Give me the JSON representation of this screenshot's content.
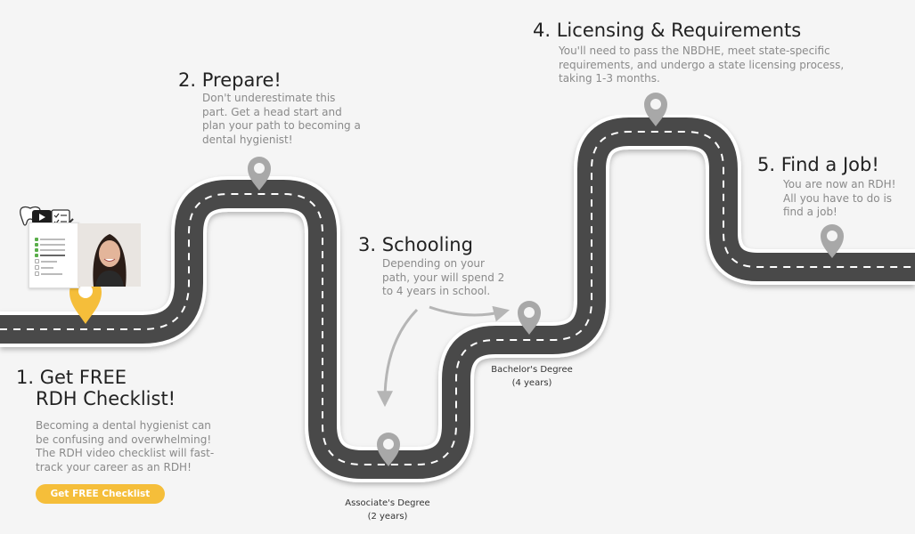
{
  "steps": [
    {
      "number": "1.",
      "title_line1": "Get FREE",
      "title_line2": "RDH Checklist!",
      "description": "Becoming a dental hygienist can be confusing and overwhelming! The RDH video checklist will fast-track your career as an RDH!"
    },
    {
      "number": "2.",
      "title": "Prepare!",
      "description": "Don't underestimate this part. Get a head start and plan your path to becoming a dental hygienist!"
    },
    {
      "number": "3.",
      "title": "Schooling",
      "description": "Depending on your path, your will spend 2 to 4 years in school."
    },
    {
      "number": "4.",
      "title": "Licensing & Requirements",
      "description": "You'll need to pass the NBDHE, meet state-specific requirements, and undergo a state licensing process, taking 1-3 months."
    },
    {
      "number": "5.",
      "title": "Find a Job!",
      "description": "You are now an RDH! All you have to do is find a job!"
    }
  ],
  "degrees": [
    {
      "name": "Associate's Degree",
      "duration": "(2 years)"
    },
    {
      "name": "Bachelor's Degree",
      "duration": "(4 years)"
    }
  ],
  "cta": {
    "label": "Get FREE Checklist"
  },
  "colors": {
    "accent": "#f5be3a",
    "road": "#4a4a4a",
    "pin": "#a8a8a8",
    "dash": "#ffffff"
  },
  "icons": [
    "tooth-icon",
    "video-play-icon",
    "checklist-icon",
    "location-pin-icon",
    "curved-arrow-icon"
  ]
}
